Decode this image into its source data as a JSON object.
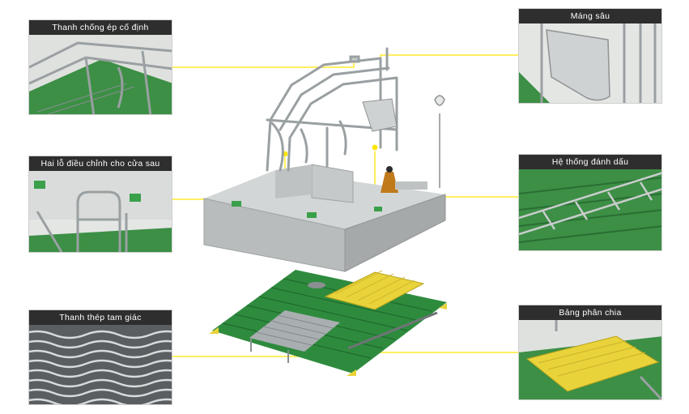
{
  "callouts": {
    "top_left": "Thanh chống ép cố định",
    "mid_left": "Hai lỗ điều chỉnh cho cửa sau",
    "bottom_left": "Thanh thép tam giác",
    "top_right": "Máng sâu",
    "mid_right": "Hệ thống đánh dấu",
    "bottom_right": "Bảng phân chia"
  },
  "colors": {
    "header_bg": "#2f2e2e",
    "leader_line": "#ffe600",
    "floor_green": "#2e8b3e",
    "divider_yellow": "#e9d33a",
    "panel_grey": "#b9bcbc"
  },
  "icons": [
    "feeder-trough-icon",
    "lamp-icon",
    "marker-bell-icon"
  ]
}
